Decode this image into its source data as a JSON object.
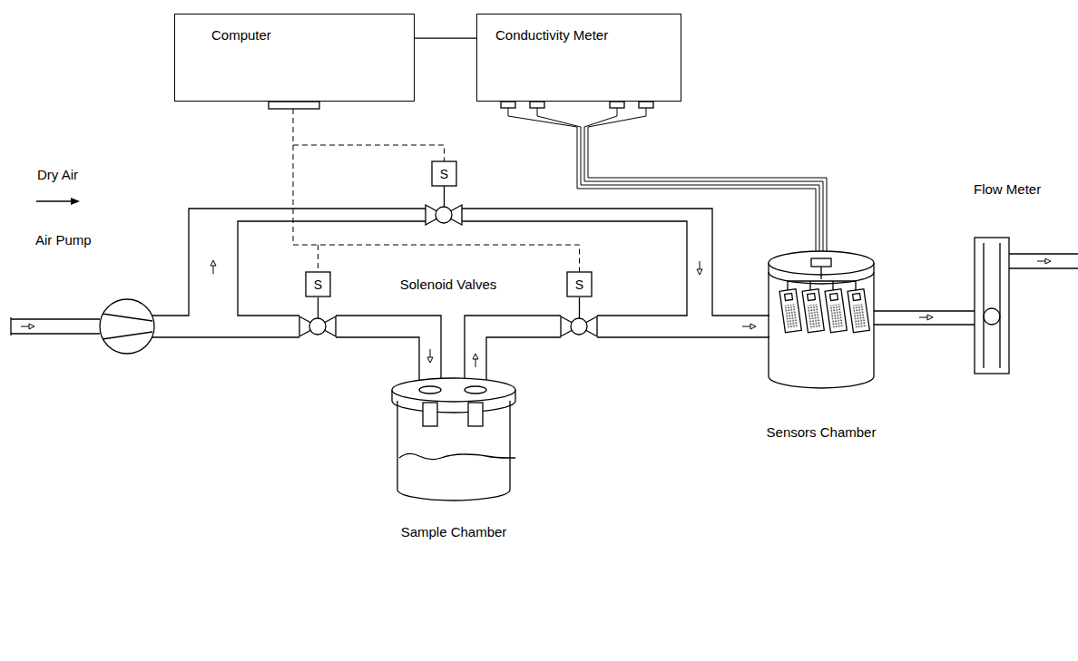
{
  "diagram": {
    "nodes": [
      {
        "text": [
          "Computer"
        ]
      },
      {
        "text": [
          "Conductivity Meter"
        ]
      }
    ],
    "edges": [
      {
        "from": 0,
        "to": 1,
        "arrow": "none"
      }
    ],
    "labels": [
      "Dry Air",
      "Air Pump",
      "S",
      "S",
      "S",
      "Solenoid Valves",
      "Flow Meter",
      "Sample Chamber",
      "Sensors Chamber"
    ]
  }
}
